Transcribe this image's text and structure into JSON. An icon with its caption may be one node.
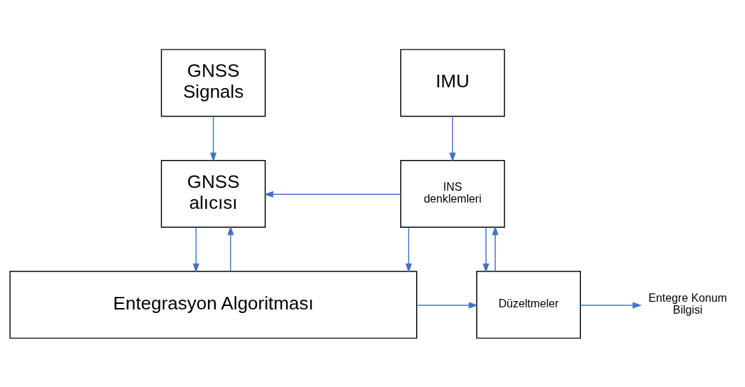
{
  "diagram": {
    "nodes": [
      {
        "text": [
          "GNSS Signals"
        ]
      },
      {
        "text": [
          "IMU"
        ]
      },
      {
        "text": [
          "GNSS alıcısı"
        ]
      },
      {
        "text": [
          "INS denklemleri"
        ]
      },
      {
        "text": [
          "Düzeltmeler"
        ]
      },
      {
        "text": [
          "Entegre Konum Bilgisi"
        ]
      },
      {
        "text": [
          "Entegrasyon Algoritması"
        ]
      }
    ],
    "edges": [
      {
        "from": 0,
        "to": 2,
        "arrow": "to"
      },
      {
        "from": 1,
        "to": 3,
        "arrow": "to"
      },
      {
        "from": 3,
        "to": 2,
        "arrow": "to"
      },
      {
        "from": 2,
        "to": 6,
        "arrow": "to"
      },
      {
        "from": 3,
        "to": 6,
        "arrow": "to"
      },
      {
        "from": 3,
        "to": 4,
        "arrow": "to"
      },
      {
        "from": 4,
        "to": 3,
        "arrow": "to"
      },
      {
        "from": 4,
        "to": 5,
        "arrow": "to"
      },
      {
        "from": 6,
        "to": 4,
        "arrow": "to"
      },
      {
        "from": 6,
        "to": 2,
        "arrow": "to"
      }
    ]
  }
}
